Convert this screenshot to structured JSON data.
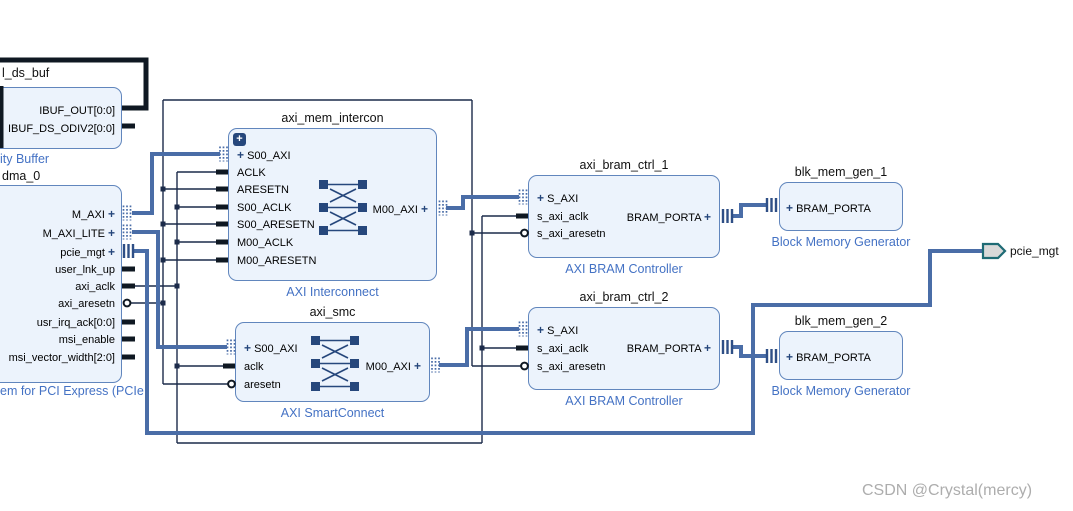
{
  "watermark": "CSDN @Crystal(mercy)",
  "glyphs": {
    "plus": "+",
    "expand": "+"
  },
  "external_ports": {
    "pcie_mgt": "pcie_mgt"
  },
  "colors": {
    "block_fill": "#ecf3fc",
    "block_border": "#6186bd",
    "type_label_blue": "#4472c4",
    "interface_wire_blue": "#4a6da7",
    "scalar_wire_navy": "#1c2b4a",
    "clock_wire_black": "#0f1822",
    "icon_navy": "#26477c",
    "ext_port_teal": "#1f6b75"
  },
  "blocks": {
    "util_ds_buf": {
      "title": "l_ds_buf",
      "type_label": "ity Buffer",
      "ports": {
        "ibuf_out": "IBUF_OUT[0:0]",
        "ibuf_ds_odiv2": "IBUF_DS_ODIV2[0:0]"
      }
    },
    "dma": {
      "title": "dma_0",
      "type_label": "em for PCI Express (PCIe",
      "ports": {
        "m_axi": "M_AXI",
        "m_axi_lite": "M_AXI_LITE",
        "pcie_mgt": "pcie_mgt",
        "user_lnk_up": "user_lnk_up",
        "axi_aclk": "axi_aclk",
        "axi_aresetn": "axi_aresetn",
        "usr_irq_ack": "usr_irq_ack[0:0]",
        "msi_enable": "msi_enable",
        "msi_vector_width": "msi_vector_width[2:0]"
      }
    },
    "axi_mem_intercon": {
      "title": "axi_mem_intercon",
      "type_label": "AXI Interconnect",
      "ports": {
        "s00_axi": "S00_AXI",
        "aclk": "ACLK",
        "aresetn": "ARESETN",
        "s00_aclk": "S00_ACLK",
        "s00_aresetn": "S00_ARESETN",
        "m00_aclk": "M00_ACLK",
        "m00_aresetn": "M00_ARESETN",
        "m00_axi": "M00_AXI"
      }
    },
    "axi_smc": {
      "title": "axi_smc",
      "type_label": "AXI SmartConnect",
      "ports": {
        "s00_axi": "S00_AXI",
        "aclk": "aclk",
        "aresetn": "aresetn",
        "m00_axi": "M00_AXI"
      }
    },
    "axi_bram_ctrl_1": {
      "title": "axi_bram_ctrl_1",
      "type_label": "AXI BRAM Controller",
      "ports": {
        "s_axi": "S_AXI",
        "s_axi_aclk": "s_axi_aclk",
        "s_axi_aresetn": "s_axi_aresetn",
        "bram_porta": "BRAM_PORTA"
      }
    },
    "axi_bram_ctrl_2": {
      "title": "axi_bram_ctrl_2",
      "type_label": "AXI BRAM Controller",
      "ports": {
        "s_axi": "S_AXI",
        "s_axi_aclk": "s_axi_aclk",
        "s_axi_aresetn": "s_axi_aresetn",
        "bram_porta": "BRAM_PORTA"
      }
    },
    "blk_mem_gen_1": {
      "title": "blk_mem_gen_1",
      "type_label": "Block Memory Generator",
      "ports": {
        "bram_porta": "BRAM_PORTA"
      }
    },
    "blk_mem_gen_2": {
      "title": "blk_mem_gen_2",
      "type_label": "Block Memory Generator",
      "ports": {
        "bram_porta": "BRAM_PORTA"
      }
    }
  }
}
